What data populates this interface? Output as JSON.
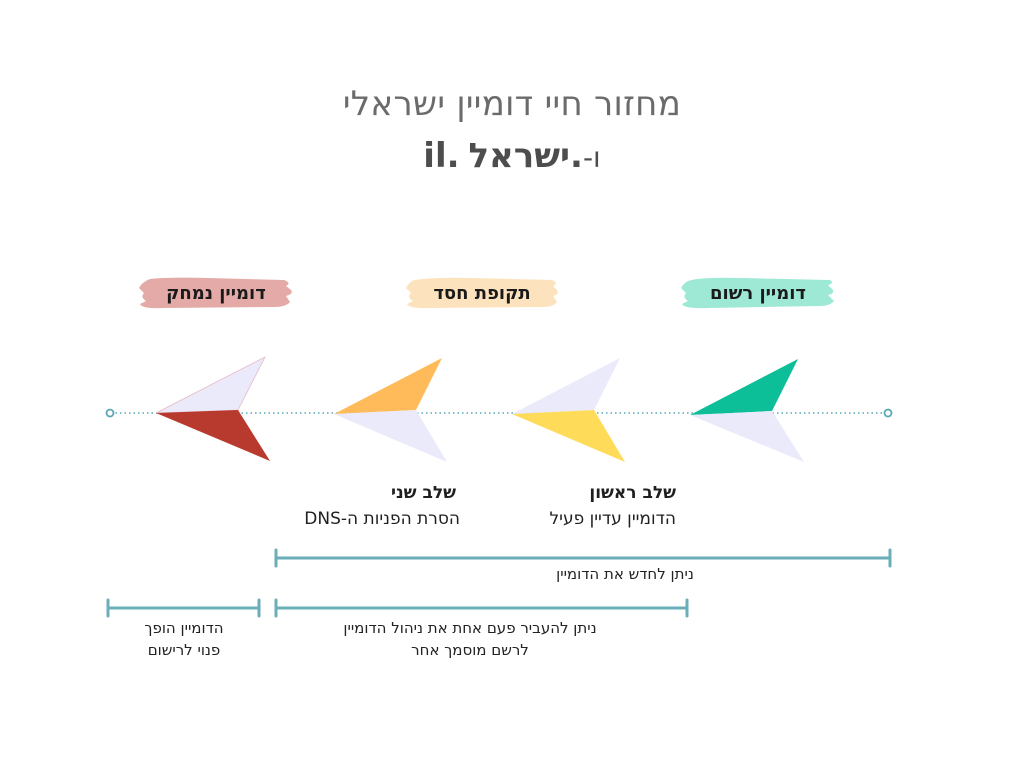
{
  "title": {
    "line1": "מחזור חיי דומיין ישראלי",
    "line2_bold_a": "il.",
    "line2_thin": " ו-",
    "line2_bold_b": ".ישראל"
  },
  "phases": [
    {
      "label": "דומיין רשום",
      "color": "#9ee8d6"
    },
    {
      "label": "תקופת חסד",
      "color": "#fde3bd"
    },
    {
      "label": "דומיין נמחק",
      "color": "#e3aaa7"
    }
  ],
  "stages": [
    {
      "title": "שלב ראשון",
      "desc": "הדומיין עדיין פעיל"
    },
    {
      "title": "שלב שני",
      "desc": "הסרת הפניות ה-DNS"
    }
  ],
  "ranges": {
    "renew": "ניתן לחדש את הדומיין",
    "transfer_line1": "ניתן להעביר פעם אחת את ניהול הדומיין",
    "transfer_line2": "לרשם מוסמך אחר",
    "free_line1": "הדומיין הופך",
    "free_line2": "פנוי לרישום"
  },
  "colors": {
    "timeline": "#5aa7b5",
    "bracket": "#6aaeb8",
    "arrow_green": "#0cbf98",
    "arrow_yellow": "#ffdb5a",
    "arrow_orange": "#ffbb5a",
    "arrow_red": "#b83a2e",
    "arrow_lavender": "#ebeafb"
  }
}
